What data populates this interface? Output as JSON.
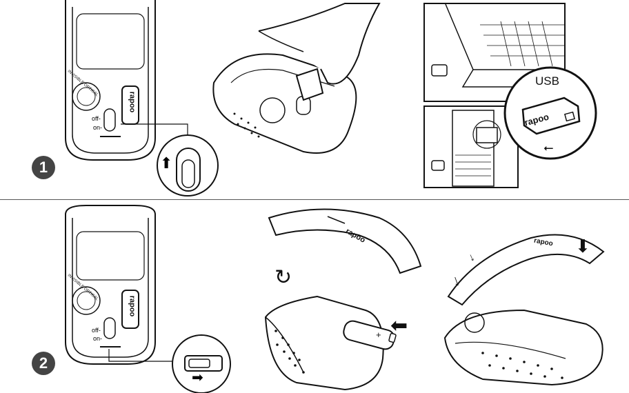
{
  "step1": {
    "number": "1"
  },
  "step2": {
    "number": "2"
  },
  "mouse": {
    "brand": "rapoo",
    "side_text": "INVISIBLE OPTICAL",
    "switch_off": "off-",
    "switch_on": "on-"
  },
  "receiver": {
    "usb_label": "USB",
    "brand": "rapoo"
  },
  "cover": {
    "brand": "rapoo"
  },
  "battery": {
    "plus": "+"
  }
}
